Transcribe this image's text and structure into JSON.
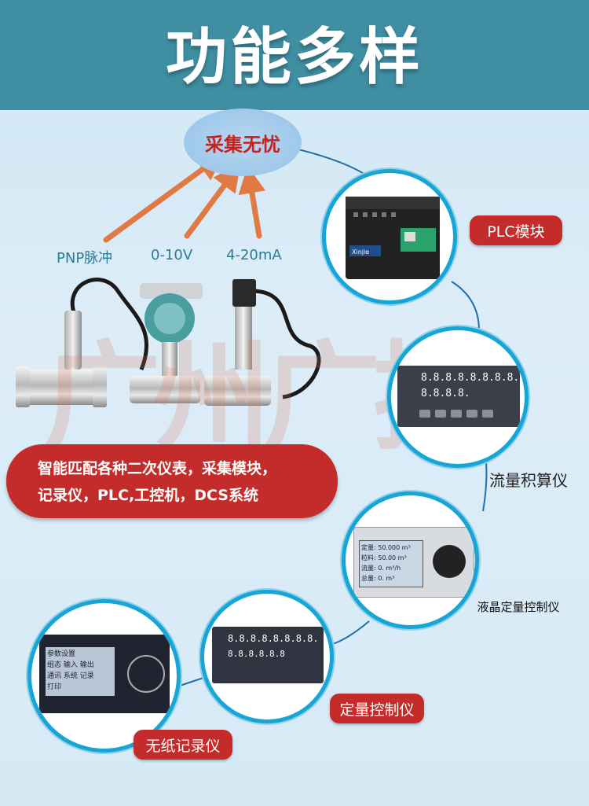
{
  "header": {
    "title": "功能多样"
  },
  "bubble": {
    "text": "采集无忧"
  },
  "signals": {
    "pnp": "PNP脉冲",
    "voltage": "0-10V",
    "current": "4-20mA"
  },
  "banner": {
    "line1": "智能匹配各种二次仪表，采集模块，",
    "line2": "记录仪，PLC,工控机，DCS系统"
  },
  "devices": {
    "plc": {
      "label": "PLC模块",
      "brand": "Xinjie"
    },
    "flow_totalizer": {
      "label": "流量积算仪",
      "display_top": "8.8.8.8.8.8.8.8.",
      "display_bottom": "8.8.8.8."
    },
    "lcd_controller": {
      "label": "液晶定量控制仪",
      "screen_lines": [
        "定量: 50.000  m³",
        "粒料: 50.00  m³",
        "流量: 0.  m³/h",
        "总量: 0.  m³"
      ]
    },
    "quant_controller": {
      "label": "定量控制仪",
      "display_top": "8.8.8.8.8.8.8.8.",
      "display_bottom": "8.8.8.8.8.8"
    },
    "paperless_recorder": {
      "label": "无纸记录仪",
      "screen_lines": [
        "参数设置",
        "组态 输入 输出",
        "通讯 系统 记录",
        "打印"
      ]
    }
  },
  "watermark": "广州广控",
  "colors": {
    "header": "#3f8ea2",
    "accent_red": "#c42c2b",
    "ring_blue": "#17a5d5",
    "arrow": "#e07a45"
  }
}
